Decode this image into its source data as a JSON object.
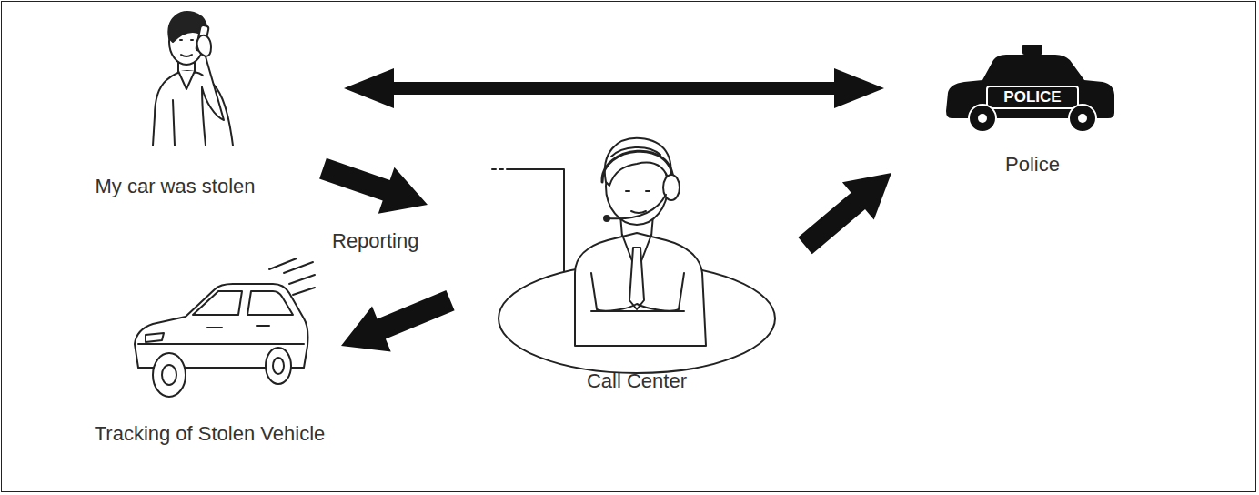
{
  "diagram": {
    "nodes": [
      {
        "text": [
          "My car was stolen"
        ]
      },
      {
        "text": [
          "POLICE",
          "Police"
        ]
      },
      {
        "text": [
          "Call Center"
        ]
      },
      {
        "text": [
          "Tracking of Stolen Vehicle"
        ]
      }
    ],
    "edges": [
      {
        "from": 0,
        "to": 1,
        "arrow": "both"
      },
      {
        "from": 0,
        "to": 2,
        "arrow": "to",
        "label": "Reporting"
      },
      {
        "from": 2,
        "to": 1,
        "arrow": "to"
      },
      {
        "from": 2,
        "to": 3,
        "arrow": "to"
      }
    ]
  }
}
